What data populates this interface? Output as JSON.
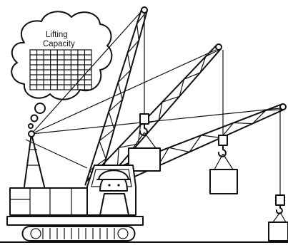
{
  "thought_bubble": {
    "line1": "Lifting",
    "line2": "Capacity",
    "table_rows": 8,
    "table_cols": 9
  },
  "booms": [
    {
      "name": "upper-boom"
    },
    {
      "name": "middle-boom"
    },
    {
      "name": "lower-boom"
    }
  ],
  "loads": [
    {
      "name": "load-block-1"
    },
    {
      "name": "load-block-2"
    },
    {
      "name": "load-block-3"
    }
  ],
  "colors": {
    "ink": "#111111",
    "paper": "#ffffff"
  }
}
